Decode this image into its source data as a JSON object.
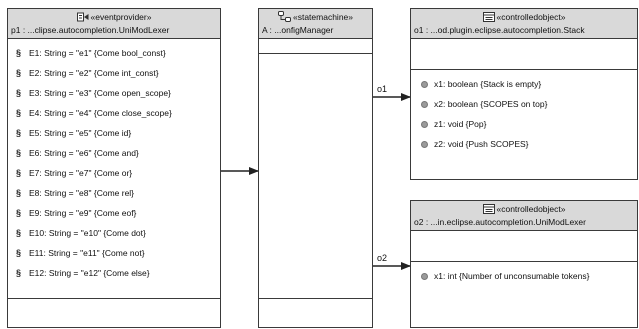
{
  "event_provider": {
    "stereotype": "«eventprovider»",
    "name": "p1  : ...clipse.autocompletion.UniModLexer",
    "attributes": [
      "E1: String = \"e1\" {Come bool_const}",
      "E2: String = \"e2\" {Come int_const}",
      "E3: String = \"e3\" {Come open_scope}",
      "E4: String = \"e4\" {Come close_scope}",
      "E5: String = \"e5\" {Come id}",
      "E6: String = \"e6\" {Come and}",
      "E7: String = \"e7\" {Come or}",
      "E8: String = \"e8\" {Come rel}",
      "E9: String = \"e9\" {Come eof}",
      "E10: String = \"e10\" {Come dot}",
      "E11: String = \"e11\" {Come not}",
      "E12: String = \"e12\" {Come else}"
    ]
  },
  "state_machine": {
    "stereotype": "«statemachine»",
    "name": "A  : ...onfigManager"
  },
  "controlled_object_1": {
    "stereotype": "«controlledobject»",
    "name": "o1  : ...od.plugin.eclipse.autocompletion.Stack",
    "attributes": [
      "x1: boolean {Stack is empty}",
      "x2: boolean {SCOPES on top}",
      "z1: void {Pop}",
      "z2: void {Push SCOPES}"
    ]
  },
  "controlled_object_2": {
    "stereotype": "«controlledobject»",
    "name": "o2  : ...in.eclipse.autocompletion.UniModLexer",
    "attributes": [
      "x1: int {Number of unconsumable tokens}"
    ]
  },
  "connections": {
    "o1_label": "o1",
    "o2_label": "o2"
  }
}
